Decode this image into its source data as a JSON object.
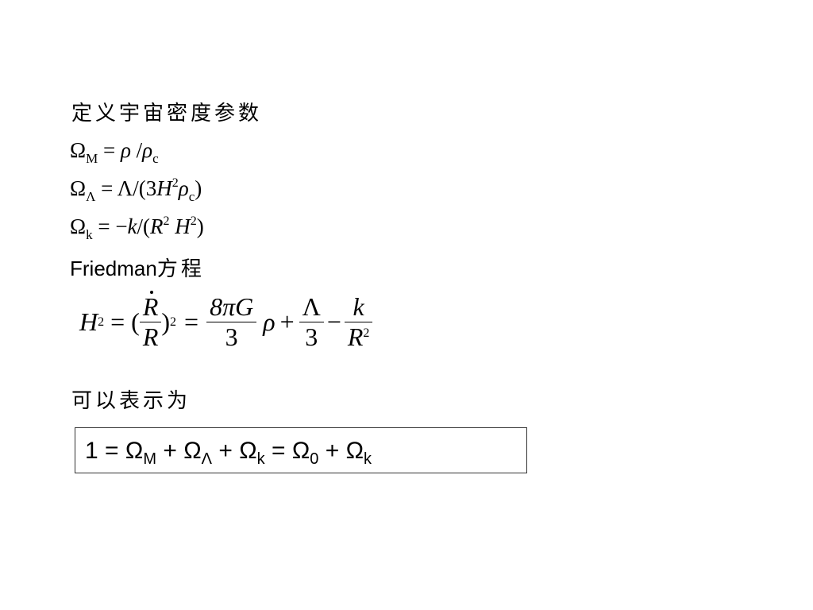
{
  "heading_density": "定义宇宙密度参数",
  "eq_omega_m": {
    "sym": "Ω",
    "sub": "M",
    "rhs": [
      "ρ",
      "/",
      "ρ",
      "c"
    ]
  },
  "eq_omega_lambda": {
    "sym": "Ω",
    "sub": "Λ",
    "rhs_lambda": "Λ",
    "rhs_open": "/(3",
    "H": "H",
    "exp": "2",
    "rho": "ρ",
    "rho_sub": "c",
    "close": ")"
  },
  "eq_omega_k": {
    "sym": "Ω",
    "sub": "k",
    "minus": "−",
    "k": "k",
    "slash": "/(",
    "R": "R",
    "R_exp": "2",
    "H": "H",
    "H_exp": "2",
    "close": ")"
  },
  "friedman_label": "Friedman",
  "friedman_label_cjk": "方程",
  "friedman": {
    "H": "H",
    "H_exp": "2",
    "eq": "=",
    "lp": "(",
    "num1": "R",
    "den1": "R",
    "rp": ")",
    "exp2": "2",
    "eq2": "=",
    "num2": "8πG",
    "den2": "3",
    "rho": "ρ",
    "plus": "+",
    "num3": "Λ",
    "den3": "3",
    "minus": "−",
    "num4": "k",
    "den4": "R",
    "den4_exp": "2"
  },
  "heading_expressed": "可以表示为",
  "sum_rule": {
    "one": "1",
    "eq": " = ",
    "omega": "Ω",
    "sub_M": "M",
    "plus": " + ",
    "sub_L": "Λ",
    "sub_k": "k",
    "sub_0": "0"
  }
}
